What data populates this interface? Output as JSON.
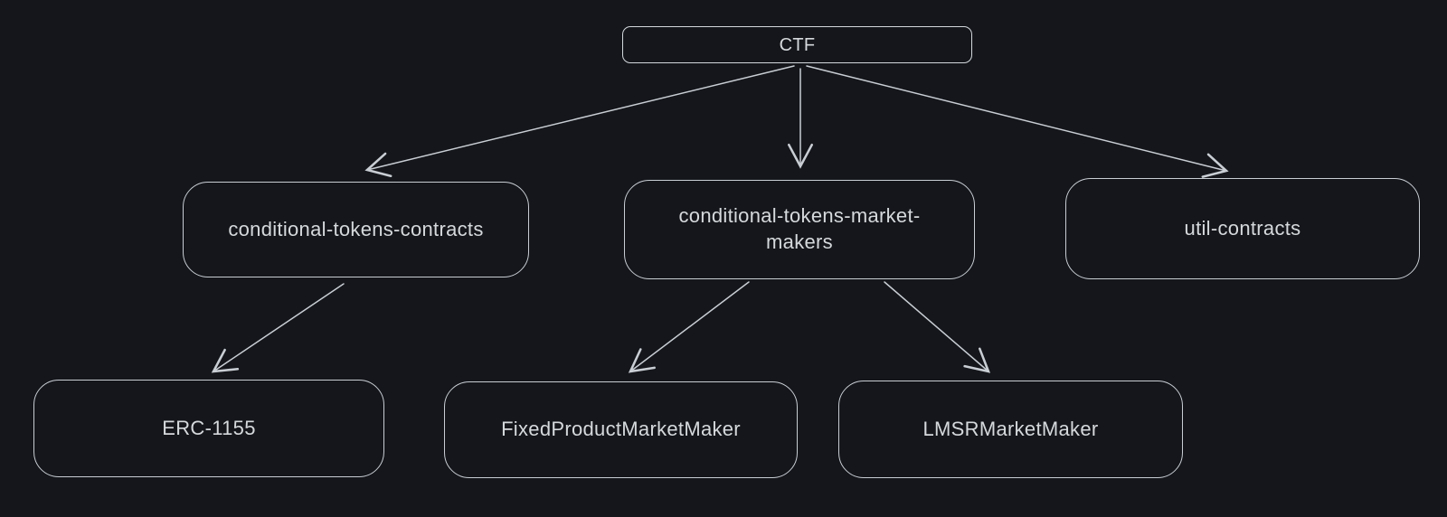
{
  "diagram": {
    "type": "tree-flowchart",
    "nodes": {
      "ctf": {
        "label": "CTF"
      },
      "conditional_tokens_contracts": {
        "label": "conditional-tokens-contracts"
      },
      "conditional_tokens_market_makers": {
        "label": "conditional-tokens-market-makers"
      },
      "util_contracts": {
        "label": "util-contracts"
      },
      "erc_1155": {
        "label": "ERC-1155"
      },
      "fixed_product_market_maker": {
        "label": "FixedProductMarketMaker"
      },
      "lmsr_market_maker": {
        "label": "LMSRMarketMaker"
      }
    },
    "edges": [
      {
        "from": "CTF",
        "to": "conditional-tokens-contracts"
      },
      {
        "from": "CTF",
        "to": "conditional-tokens-market-makers"
      },
      {
        "from": "CTF",
        "to": "util-contracts"
      },
      {
        "from": "conditional-tokens-contracts",
        "to": "ERC-1155"
      },
      {
        "from": "conditional-tokens-market-makers",
        "to": "FixedProductMarketMaker"
      },
      {
        "from": "conditional-tokens-market-makers",
        "to": "LMSRMarketMaker"
      }
    ],
    "colors": {
      "background": "#14161b",
      "stroke": "#c9ced4",
      "text": "#d6d9dc"
    }
  }
}
